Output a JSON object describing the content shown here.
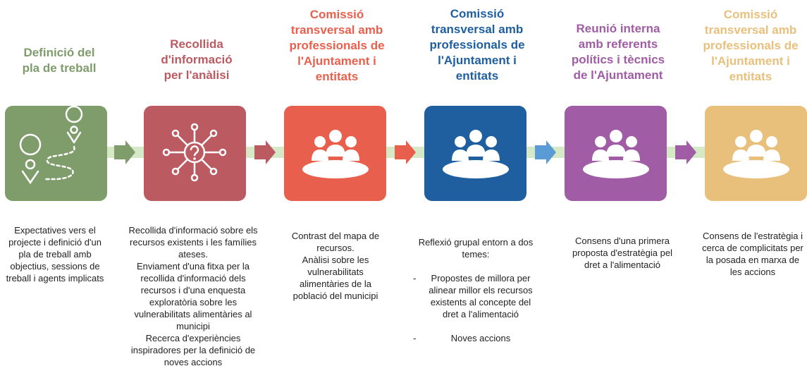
{
  "colors": {
    "step1": "#7f9d6b",
    "step2": "#bc5a62",
    "step3": "#e8604d",
    "step4": "#1f5fa0",
    "step5": "#a05ca5",
    "step6": "#e8c07c",
    "arrow4": "#5b9bd5",
    "band": "#d6e9c6"
  },
  "steps": [
    {
      "title": "Definició del\npla de treball",
      "icon": "map-route-icon",
      "description": "Expectatives vers el projecte i definició d'un pla de treball amb objectius, sessions de treball i agents implicats"
    },
    {
      "title": "Recollida\nd'informació\nper l'anàlisi",
      "icon": "network-question-icon",
      "description": "Recollida d'informació sobre els recursos existents i les famílies ateses.\nEnviament d'una fitxa per la recollida d'informació dels recursos i d'una enquesta exploratòria sobre les vulnerabilitats alimentàries al municipi\nRecerca d'experiències inspiradores per la definició de noves accions"
    },
    {
      "title": "Comissió\ntransversal amb\nprofessionals de\nl'Ajuntament i\nentitats",
      "icon": "meeting-group-icon",
      "description": "Contrast del mapa de recursos.\nAnàlisi sobre les vulnerabilitats alimentàries de la població del municipi"
    },
    {
      "title": "Comissió\ntransversal amb\nprofessionals de\nl'Ajuntament i\nentitats",
      "icon": "meeting-group-icon",
      "description_intro": "Reflexió grupal entorn a dos temes:",
      "description_items": [
        "Propostes de millora per alinear millor els recursos existents al concepte del dret a l'alimentació",
        "Noves accions"
      ]
    },
    {
      "title": "Reunió interna\namb referents\npolítics i tècnics\nde l'Ajuntament",
      "icon": "meeting-group-icon",
      "description": "Consens d'una primera proposta d'estratègia pel dret a l'alimentació"
    },
    {
      "title": "Comissió\ntransversal amb\nprofessionals de\nl'Ajuntament i\nentitats",
      "icon": "meeting-group-icon",
      "description": "Consens de l'estratègia i cerca de complicitats per la posada en marxa de les accions"
    }
  ]
}
